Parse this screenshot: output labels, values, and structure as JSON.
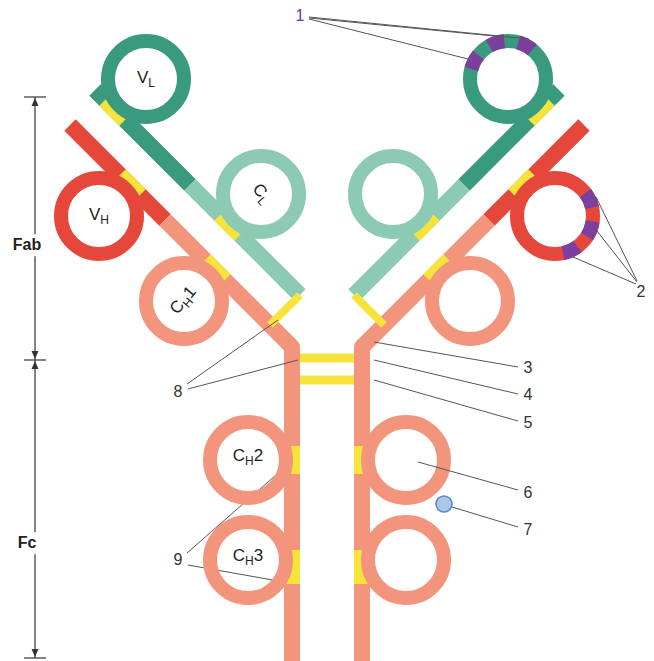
{
  "diagram": {
    "nodes": [
      {
        "text": [
          "V",
          "L"
        ]
      },
      {
        "text": [
          "C",
          "L"
        ]
      },
      {
        "text": [
          "V",
          "H"
        ]
      },
      {
        "text": [
          "C",
          "H",
          "1"
        ]
      },
      {
        "text": [
          "C",
          "H",
          "2"
        ]
      },
      {
        "text": [
          "C",
          "H",
          "3"
        ]
      }
    ],
    "labels": [
      "Fab",
      "Fc",
      "1",
      "2",
      "3",
      "4",
      "5",
      "6",
      "7",
      "8",
      "9"
    ]
  }
}
